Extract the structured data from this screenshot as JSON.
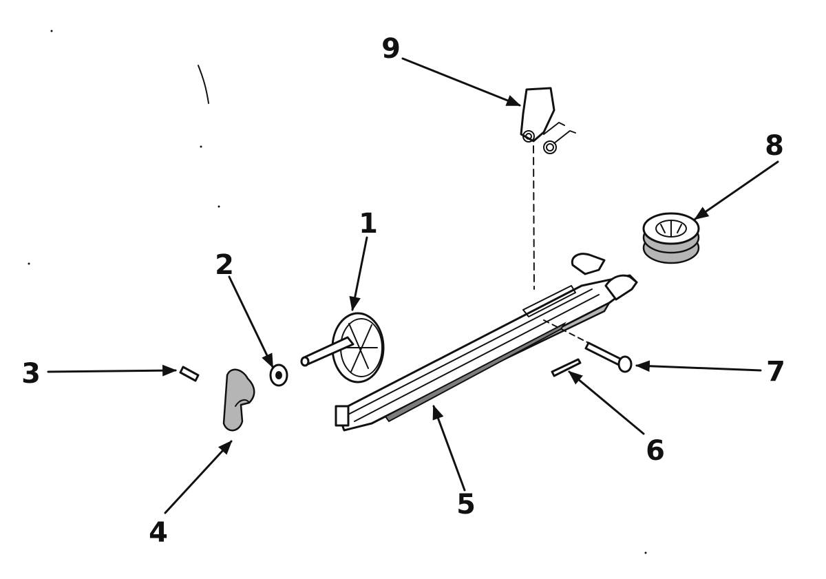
{
  "diagram": {
    "callouts": [
      {
        "id": "1",
        "part": "pulley-wheel"
      },
      {
        "id": "2",
        "part": "washer"
      },
      {
        "id": "3",
        "part": "pin"
      },
      {
        "id": "4",
        "part": "knob"
      },
      {
        "id": "5",
        "part": "slide-arm"
      },
      {
        "id": "6",
        "part": "cotter-pin"
      },
      {
        "id": "7",
        "part": "rivet-pin"
      },
      {
        "id": "8",
        "part": "spool-drum"
      },
      {
        "id": "9",
        "part": "torsion-spring-clip"
      }
    ]
  }
}
